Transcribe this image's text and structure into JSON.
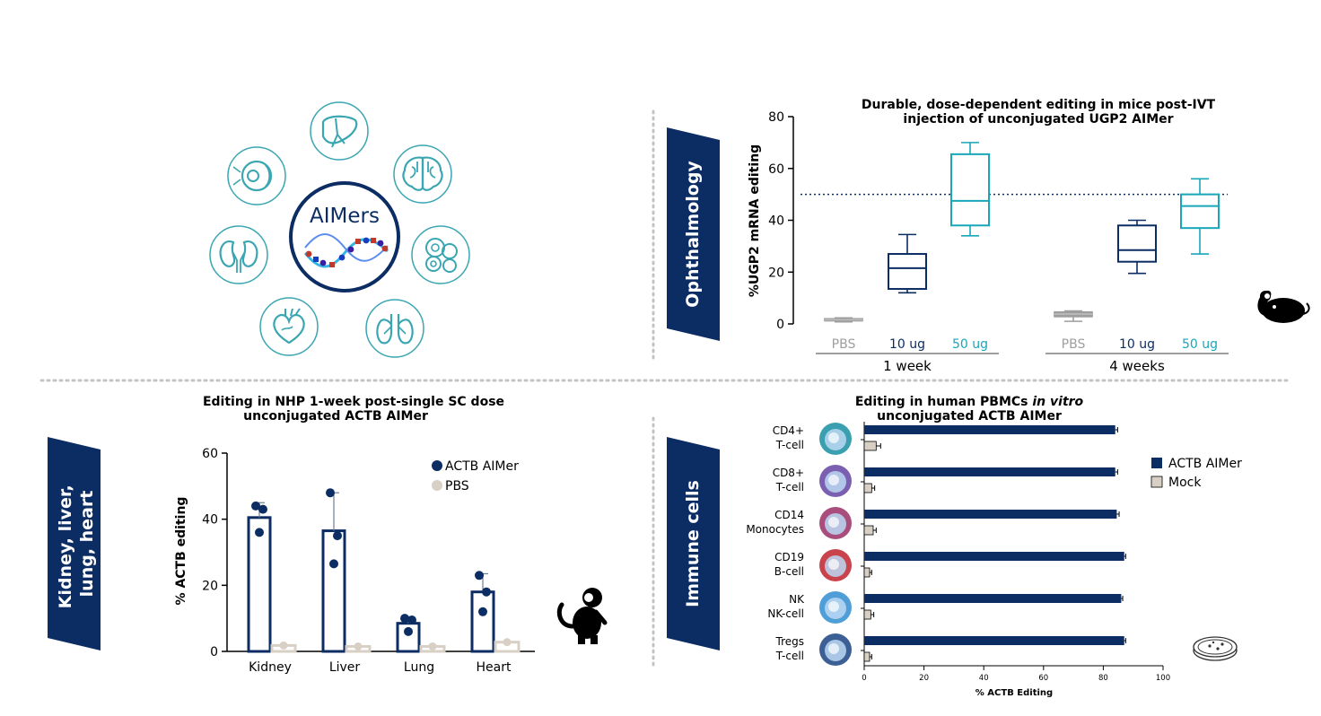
{
  "hub": {
    "label": "AIMers"
  },
  "colors": {
    "navy": "#0c2d64",
    "teal": "#18a6b9",
    "gray": "#9e9e9e",
    "beige": "#d8d0c4",
    "icon_teal": "#3aa6b2",
    "dotted": "#c4c4c4"
  },
  "organ_icons": [
    "liver-icon",
    "brain-icon",
    "cells-icon",
    "lungs-icon",
    "heart-icon",
    "kidney-icon",
    "eye-icon"
  ],
  "sections": {
    "ophthalmology": "Ophthalmology",
    "kidney": [
      "Kidney, liver,",
      "lung, heart"
    ],
    "immune": "Immune cells"
  },
  "species_icons": [
    "mouse-icon",
    "monkey-icon",
    "petri-dish-icon"
  ],
  "chart_data": [
    {
      "id": "ophthalmology",
      "type": "box",
      "title": [
        "Durable, dose-dependent editing in mice post-IVT",
        "injection of unconjugated UGP2 AIMer"
      ],
      "ylabel": "%UGP2 mRNA editing",
      "ylim": [
        0,
        80
      ],
      "yticks": [
        "0",
        "20",
        "40",
        "60",
        "80"
      ],
      "reference_line": 50,
      "groups": [
        {
          "label": "1 week",
          "boxes": [
            {
              "label": "PBS",
              "color": "#9e9e9e",
              "min": 0.8,
              "q1": 1.2,
              "median": 1.6,
              "q3": 2.0,
              "max": 2.3
            },
            {
              "label": "10 ug",
              "color": "#0c2d64",
              "min": 12,
              "q1": 13.5,
              "median": 21.5,
              "q3": 27,
              "max": 34.5
            },
            {
              "label": "50 ug",
              "color": "#18a6b9",
              "min": 34,
              "q1": 38,
              "median": 47.5,
              "q3": 65.5,
              "max": 70
            }
          ]
        },
        {
          "label": "4 weeks",
          "boxes": [
            {
              "label": "PBS",
              "color": "#9e9e9e",
              "min": 1,
              "q1": 2.8,
              "median": 3.8,
              "q3": 4.6,
              "max": 5
            },
            {
              "label": "10 ug",
              "color": "#0c2d64",
              "min": 19.5,
              "q1": 24,
              "median": 28.5,
              "q3": 38,
              "max": 40
            },
            {
              "label": "50 ug",
              "color": "#18a6b9",
              "min": 27,
              "q1": 37,
              "median": 45.5,
              "q3": 50,
              "max": 56
            }
          ]
        }
      ]
    },
    {
      "id": "nhp",
      "type": "bar",
      "title": [
        "Editing in NHP 1-week post-single SC dose",
        "unconjugated ACTB AIMer"
      ],
      "ylabel": "% ACTB editing",
      "ylim": [
        0,
        60
      ],
      "yticks": [
        "0",
        "20",
        "40",
        "60"
      ],
      "categories": [
        "Kidney",
        "Liver",
        "Lung",
        "Heart"
      ],
      "series": [
        {
          "name": "ACTB AIMer",
          "color": "#0c2d64",
          "values": [
            40.5,
            36.5,
            8.5,
            18
          ],
          "err": [
            4.5,
            11.5,
            2,
            5.5
          ],
          "points": [
            [
              44,
              43,
              36
            ],
            [
              48,
              35,
              26.5
            ],
            [
              10,
              9.5,
              6
            ],
            [
              23,
              18,
              12
            ]
          ]
        },
        {
          "name": "PBS",
          "color": "#d8d0c4",
          "values": [
            1.8,
            1.5,
            1.5,
            2.8
          ],
          "err": [
            0,
            0,
            0,
            0
          ],
          "points": [
            [
              1.8
            ],
            [
              1.5
            ],
            [
              1.5
            ],
            [
              2.8
            ]
          ]
        }
      ]
    },
    {
      "id": "pbmc",
      "type": "hbar",
      "title_parts": [
        "Editing in human PBMCs ",
        "in vitro"
      ],
      "title_line2": "unconjugated ACTB AIMer",
      "xlabel": "% ACTB Editing",
      "xlim": [
        0,
        100
      ],
      "xticks": [
        "0",
        "20",
        "40",
        "60",
        "80",
        "100"
      ],
      "categories": [
        {
          "line1": "CD4+",
          "line2": "T-cell",
          "cell_color": "#3aa0b0"
        },
        {
          "line1": "CD8+",
          "line2": "T-cell",
          "cell_color": "#7b5fb0"
        },
        {
          "line1": "CD14",
          "line2": "Monocytes",
          "cell_color": "#a94d7d"
        },
        {
          "line1": "CD19",
          "line2": "B-cell",
          "cell_color": "#c9434c"
        },
        {
          "line1": "NK",
          "line2": "NK-cell",
          "cell_color": "#4f9ed8"
        },
        {
          "line1": "Tregs",
          "line2": "T-cell",
          "cell_color": "#3c5f96"
        }
      ],
      "series": [
        {
          "name": "ACTB AIMer",
          "color": "#0c2d64",
          "values": [
            84,
            84,
            84.5,
            87,
            86,
            87
          ],
          "err": [
            0.8,
            0.8,
            0.8,
            0.5,
            0.5,
            0.5
          ]
        },
        {
          "name": "Mock",
          "color": "#d8d0c4",
          "values": [
            4,
            2.5,
            3,
            1.8,
            2.2,
            1.8
          ],
          "err": [
            1.5,
            1,
            1,
            0.7,
            1,
            0.7
          ]
        }
      ]
    }
  ]
}
